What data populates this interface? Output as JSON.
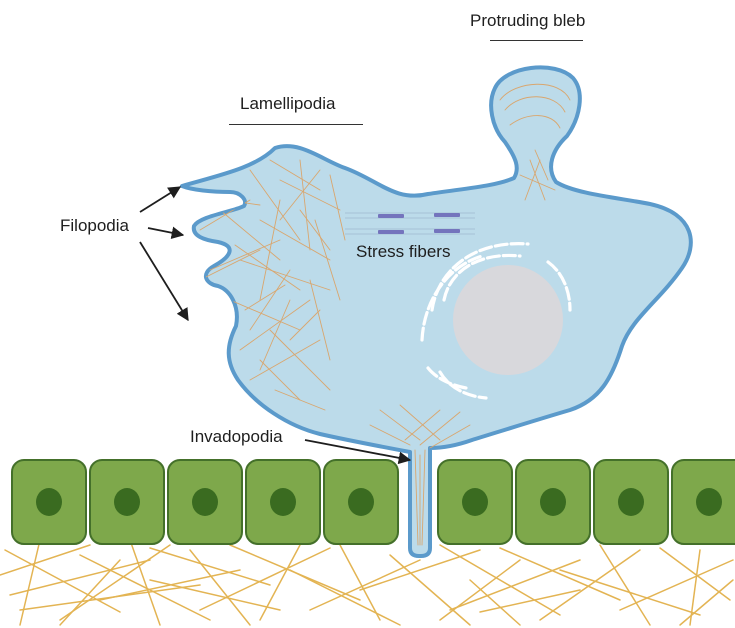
{
  "labels": {
    "protruding_bleb": "Protruding bleb",
    "lamellipodia": "Lamellipodia",
    "filopodia": "Filopodia",
    "stress_fibers": "Stress fibers",
    "invadopodia": "Invadopodia"
  },
  "colors": {
    "cell_fill": "#bcdbea",
    "cell_outline": "#5b9acb",
    "actin_fibers": "#d9a66e",
    "stress_fiber_bars": "#7474bd",
    "nucleus": "#d8d8dc",
    "epithelial_cell": "#7ea84b",
    "epithelial_nucleus": "#3a6b20",
    "matrix_fibers": "#e3b453"
  },
  "epithelial_cell_count": 9
}
